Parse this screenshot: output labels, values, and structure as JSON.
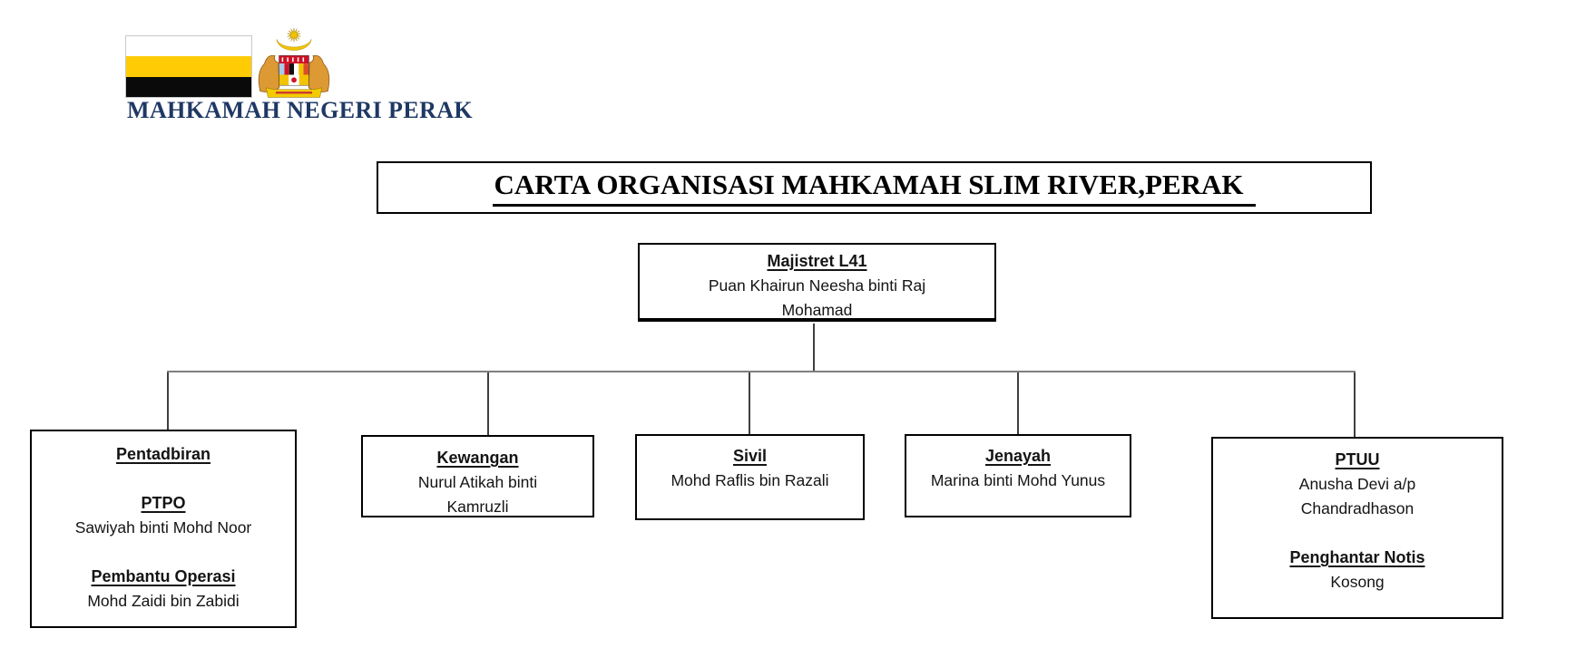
{
  "header": {
    "org_name": "MAHKAMAH NEGERI PERAK",
    "flag": {
      "label": "perak-state-flag",
      "stripe_colors": [
        "#FFFFFF",
        "#FFCB05",
        "#0A0A0A"
      ]
    },
    "crest": {
      "label": "malaysia-coat-of-arms"
    },
    "org_name_color": "#1F3864"
  },
  "title": {
    "text": "CARTA ORGANISASI MAHKAMAH SLIM RIVER,PERAK"
  },
  "org_chart": {
    "root": {
      "role": "Majistret L41",
      "person": "Puan Khairun Neesha binti Raj Mohamad"
    },
    "units": [
      {
        "heading": "Pentadbiran",
        "roles": [
          {
            "title": "PTPO",
            "person": "Sawiyah binti Mohd Noor"
          },
          {
            "title": "Pembantu Operasi",
            "person": "Mohd Zaidi bin Zabidi"
          }
        ]
      },
      {
        "heading": "Kewangan",
        "person": "Nurul Atikah binti Kamruzli"
      },
      {
        "heading": "Sivil",
        "person": "Mohd Raflis bin Razali"
      },
      {
        "heading": "Jenayah",
        "person": "Marina binti Mohd Yunus"
      },
      {
        "heading": "PTUU",
        "person": "Anusha Devi a/p Chandradhason",
        "roles": [
          {
            "title": "Penghantar Notis",
            "person": "Kosong"
          }
        ]
      }
    ]
  },
  "colors": {
    "connector_horizontal": "#7F7F7F",
    "connector_vertical": "#3F3F3F",
    "box_border": "#000000",
    "title_text": "#000000"
  }
}
